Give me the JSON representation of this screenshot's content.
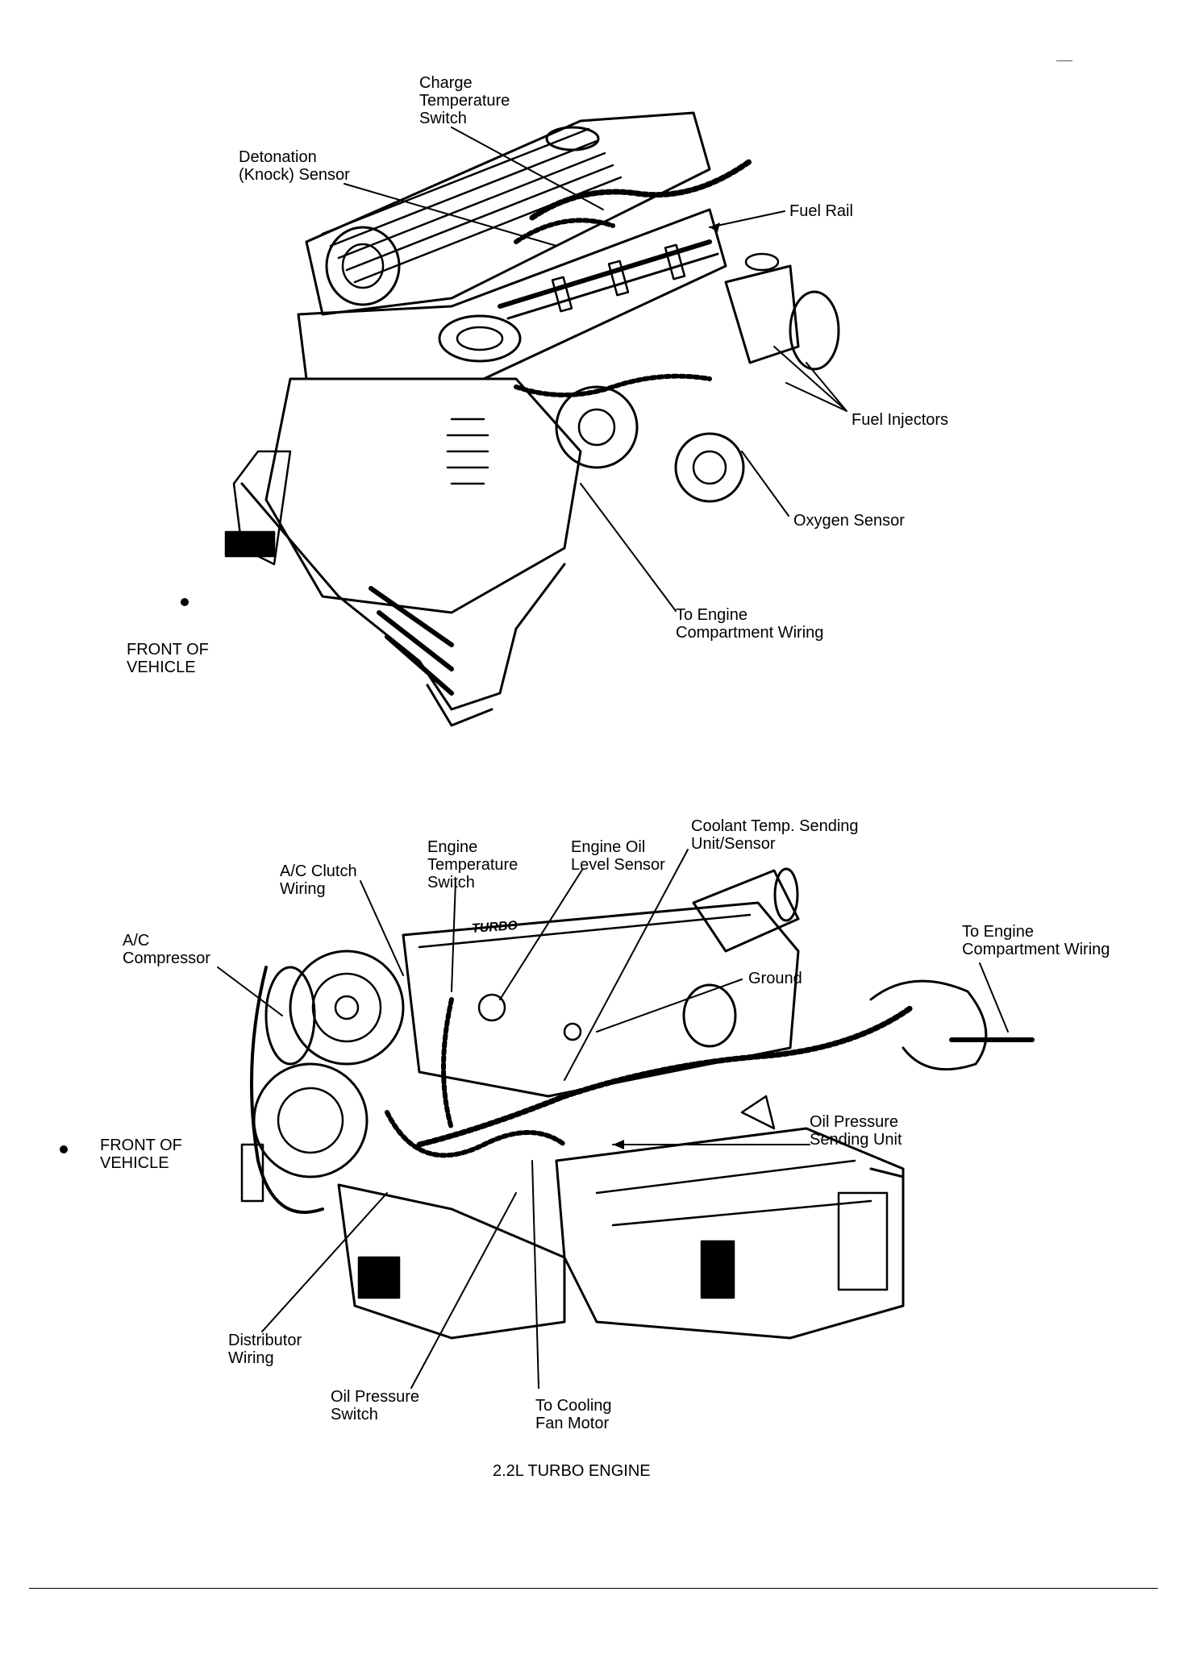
{
  "top_diagram": {
    "labels": {
      "charge_temp_switch": "Charge\nTemperature\nSwitch",
      "knock_sensor": "Detonation\n(Knock) Sensor",
      "fuel_rail": "Fuel Rail",
      "fuel_injectors": "Fuel Injectors",
      "oxygen_sensor": "Oxygen Sensor",
      "engine_wiring": "To Engine\nCompartment Wiring",
      "front_of_vehicle": "FRONT OF\nVEHICLE"
    }
  },
  "bottom_diagram": {
    "labels": {
      "ac_clutch_wiring": "A/C Clutch\nWiring",
      "engine_temp_switch": "Engine\nTemperature\nSwitch",
      "engine_oil_level": "Engine Oil\nLevel Sensor",
      "coolant_temp": "Coolant Temp. Sending\nUnit/Sensor",
      "ac_compressor": "A/C\nCompressor",
      "engine_wiring": "To Engine\nCompartment Wiring",
      "ground": "Ground",
      "front_of_vehicle": "FRONT OF\nVEHICLE",
      "oil_pressure_sending": "Oil Pressure\nSending Unit",
      "distributor_wiring": "Distributor\nWiring",
      "oil_pressure_switch": "Oil Pressure\nSwitch",
      "cooling_fan": "To Cooling\nFan Motor",
      "engine_badge": "TURBO"
    }
  },
  "caption": "2.2L TURBO ENGINE"
}
